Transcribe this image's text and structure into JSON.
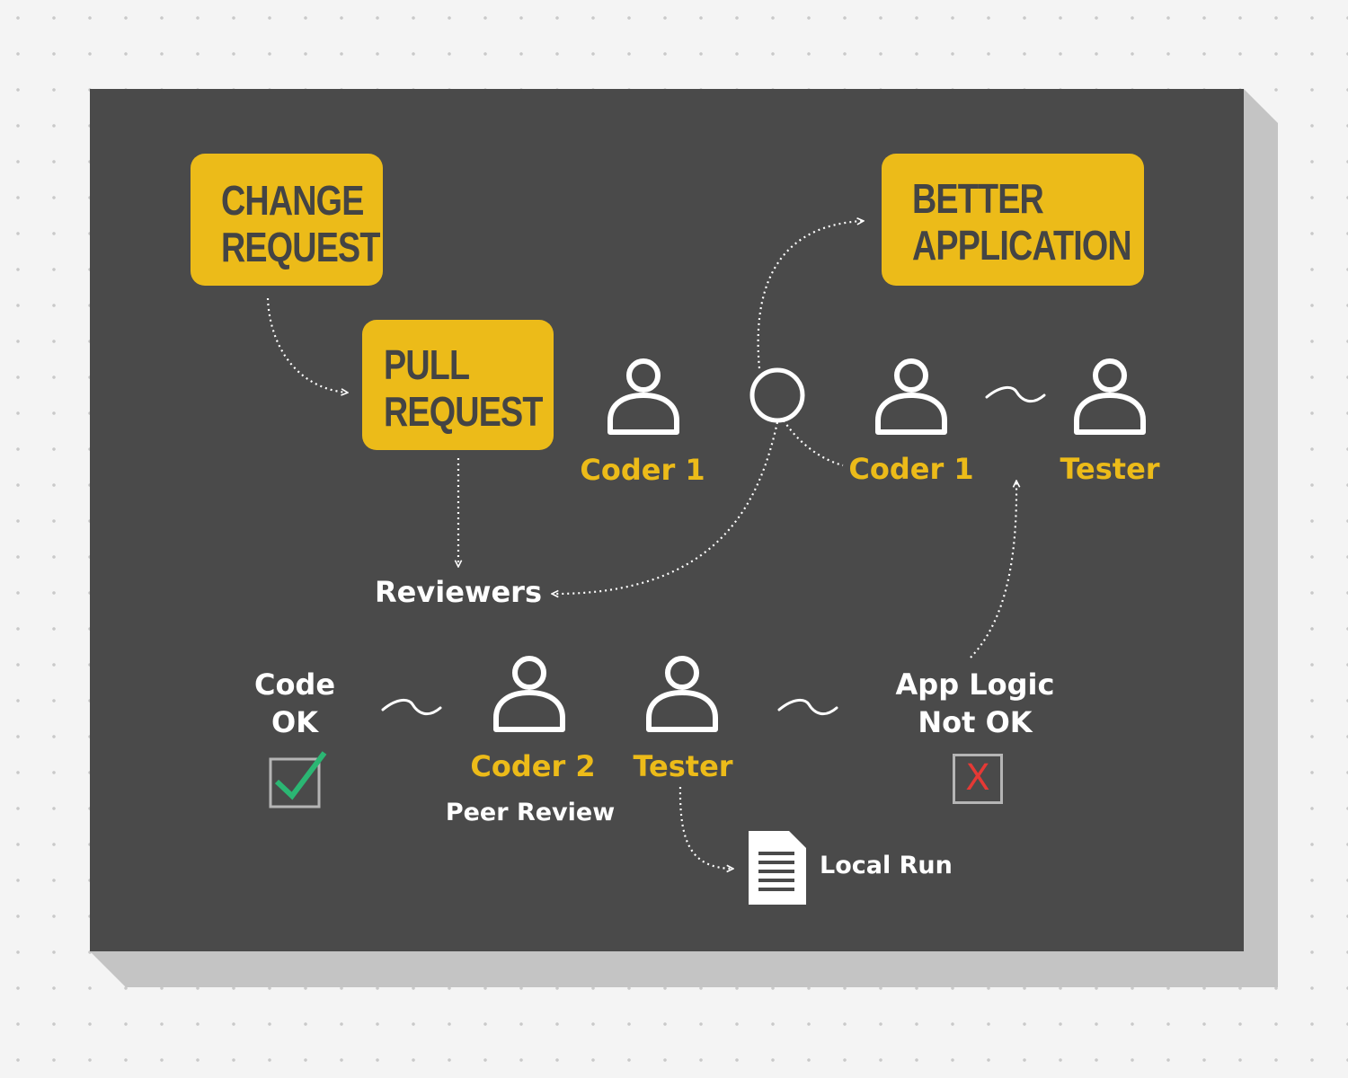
{
  "boxes": {
    "change_request": [
      "CHANGE",
      "REQUEST"
    ],
    "pull_request": [
      "PULL",
      "REQUEST"
    ],
    "better_application": [
      "BETTER",
      "APPLICATION"
    ]
  },
  "labels": {
    "coder1_left": "Coder 1",
    "coder1_right": "Coder 1",
    "tester_top": "Tester",
    "reviewers": "Reviewers",
    "code_ok_line1": "Code",
    "code_ok_line2": "OK",
    "coder2": "Coder 2",
    "peer_review": "Peer Review",
    "tester_bottom": "Tester",
    "app_logic_line1": "App Logic",
    "app_logic_line2": "Not OK",
    "local_run": "Local Run",
    "x_mark": "X"
  },
  "colors": {
    "board": "#4a4a4a",
    "accent": "#ecbb19",
    "box_text": "#444444",
    "check": "#2bb673",
    "cross": "#e53935"
  },
  "icons": [
    "person-icon",
    "circle-node-icon",
    "tilde-connector-icon",
    "checkbox-check-icon",
    "checkbox-x-icon",
    "document-icon",
    "dotted-arrow-icon"
  ]
}
